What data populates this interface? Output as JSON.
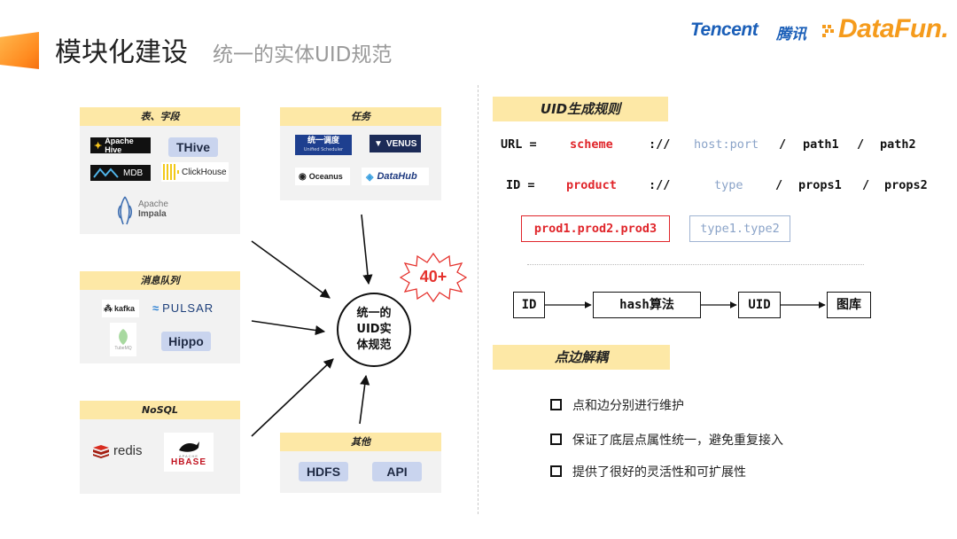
{
  "header": {
    "title": "模块化建设",
    "subtitle": "统一的实体UID规范",
    "logo_tencent": "Tencent",
    "logo_tencent_cn": "腾讯",
    "logo_datafun": "DataFun."
  },
  "groups": {
    "tables": {
      "title": "表、字段",
      "apache_hive": "Apache Hive",
      "thive": "THive",
      "mdb": "MDB",
      "clickhouse": "ClickHouse",
      "impala_line1": "Apache",
      "impala_line2": "Impala"
    },
    "tasks": {
      "title": "任务",
      "scheduler": "统一调度",
      "scheduler_sub": "Unified Scheduler",
      "venus": "VENUS",
      "oceanus": "Oceanus",
      "datahub": "DataHub"
    },
    "mq": {
      "title": "消息队列",
      "kafka": "kafka",
      "pulsar": "PULSAR",
      "tubemq": "TubeMQ",
      "hippo": "Hippo"
    },
    "nosql": {
      "title": "NoSQL",
      "redis": "redis",
      "hbase_top": "APACHE",
      "hbase": "HBASE"
    },
    "other": {
      "title": "其他",
      "hdfs": "HDFS",
      "api": "API"
    }
  },
  "hub": {
    "line1": "统一的",
    "line2": "UID实",
    "line3": "体规范"
  },
  "badge": "40+",
  "uid_rule": {
    "title": "UID生成规则",
    "url_row": [
      "URL =",
      "scheme",
      "://",
      "host:port",
      "/",
      "path1",
      "/",
      "path2"
    ],
    "id_row": [
      "ID =",
      "product",
      "://",
      "type",
      "/",
      "props1",
      "/",
      "props2"
    ],
    "product_example": "prod1.prod2.prod3",
    "type_example": "type1.type2"
  },
  "flow": [
    "ID",
    "hash算法",
    "UID",
    "图库"
  ],
  "decouple": {
    "title": "点边解耦",
    "bullets": [
      "点和边分别进行维护",
      "保证了底层点属性统一，避免重复接入",
      "提供了很好的灵活性和可扩展性"
    ]
  },
  "colors": {
    "accent_red": "#e0252a",
    "muted_blue": "#8aa3c8",
    "banner_yellow": "#fde8a6",
    "pill_blue": "#c9d4ee"
  }
}
